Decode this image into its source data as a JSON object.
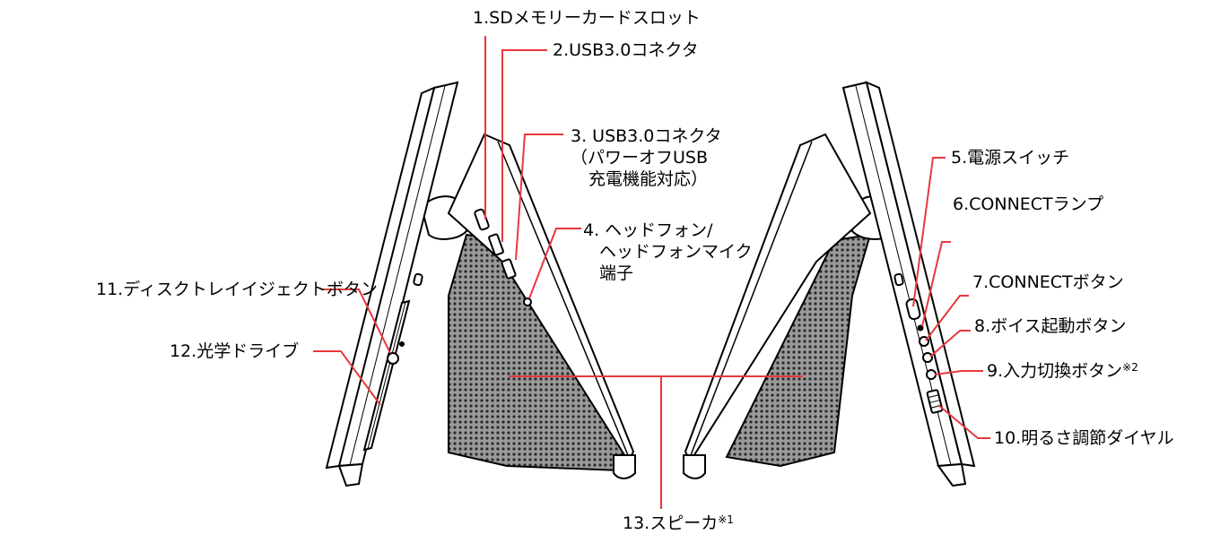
{
  "labels": {
    "sd_card_slot": "1.SDメモリーカードスロット",
    "usb1": "2.USB3.0コネクタ",
    "usb2_line1": "3. USB3.0コネクタ",
    "usb2_line2": "（パワーオフUSB",
    "usb2_line3": "充電機能対応）",
    "headphone_line1": "4. ヘッドフォン/",
    "headphone_line2": "ヘッドフォンマイク",
    "headphone_line3": "端子",
    "power_switch": "5.電源スイッチ",
    "connect_lamp": "6.CONNECTランプ",
    "connect_button": "7.CONNECTボタン",
    "voice_button": "8.ボイス起動ボタン",
    "input_switch": "9.入力切換ボタン",
    "input_switch_note": "※2",
    "brightness_dial": "10.明るさ調節ダイヤル",
    "disc_eject": "11.ディスクトレイイジェクトボタン",
    "optical_drive": "12.光学ドライブ",
    "speaker": "13.スピーカ",
    "speaker_note": "※1"
  },
  "colors": {
    "leader": "#e8383d",
    "outline": "#000000",
    "fill": "#ffffff"
  }
}
